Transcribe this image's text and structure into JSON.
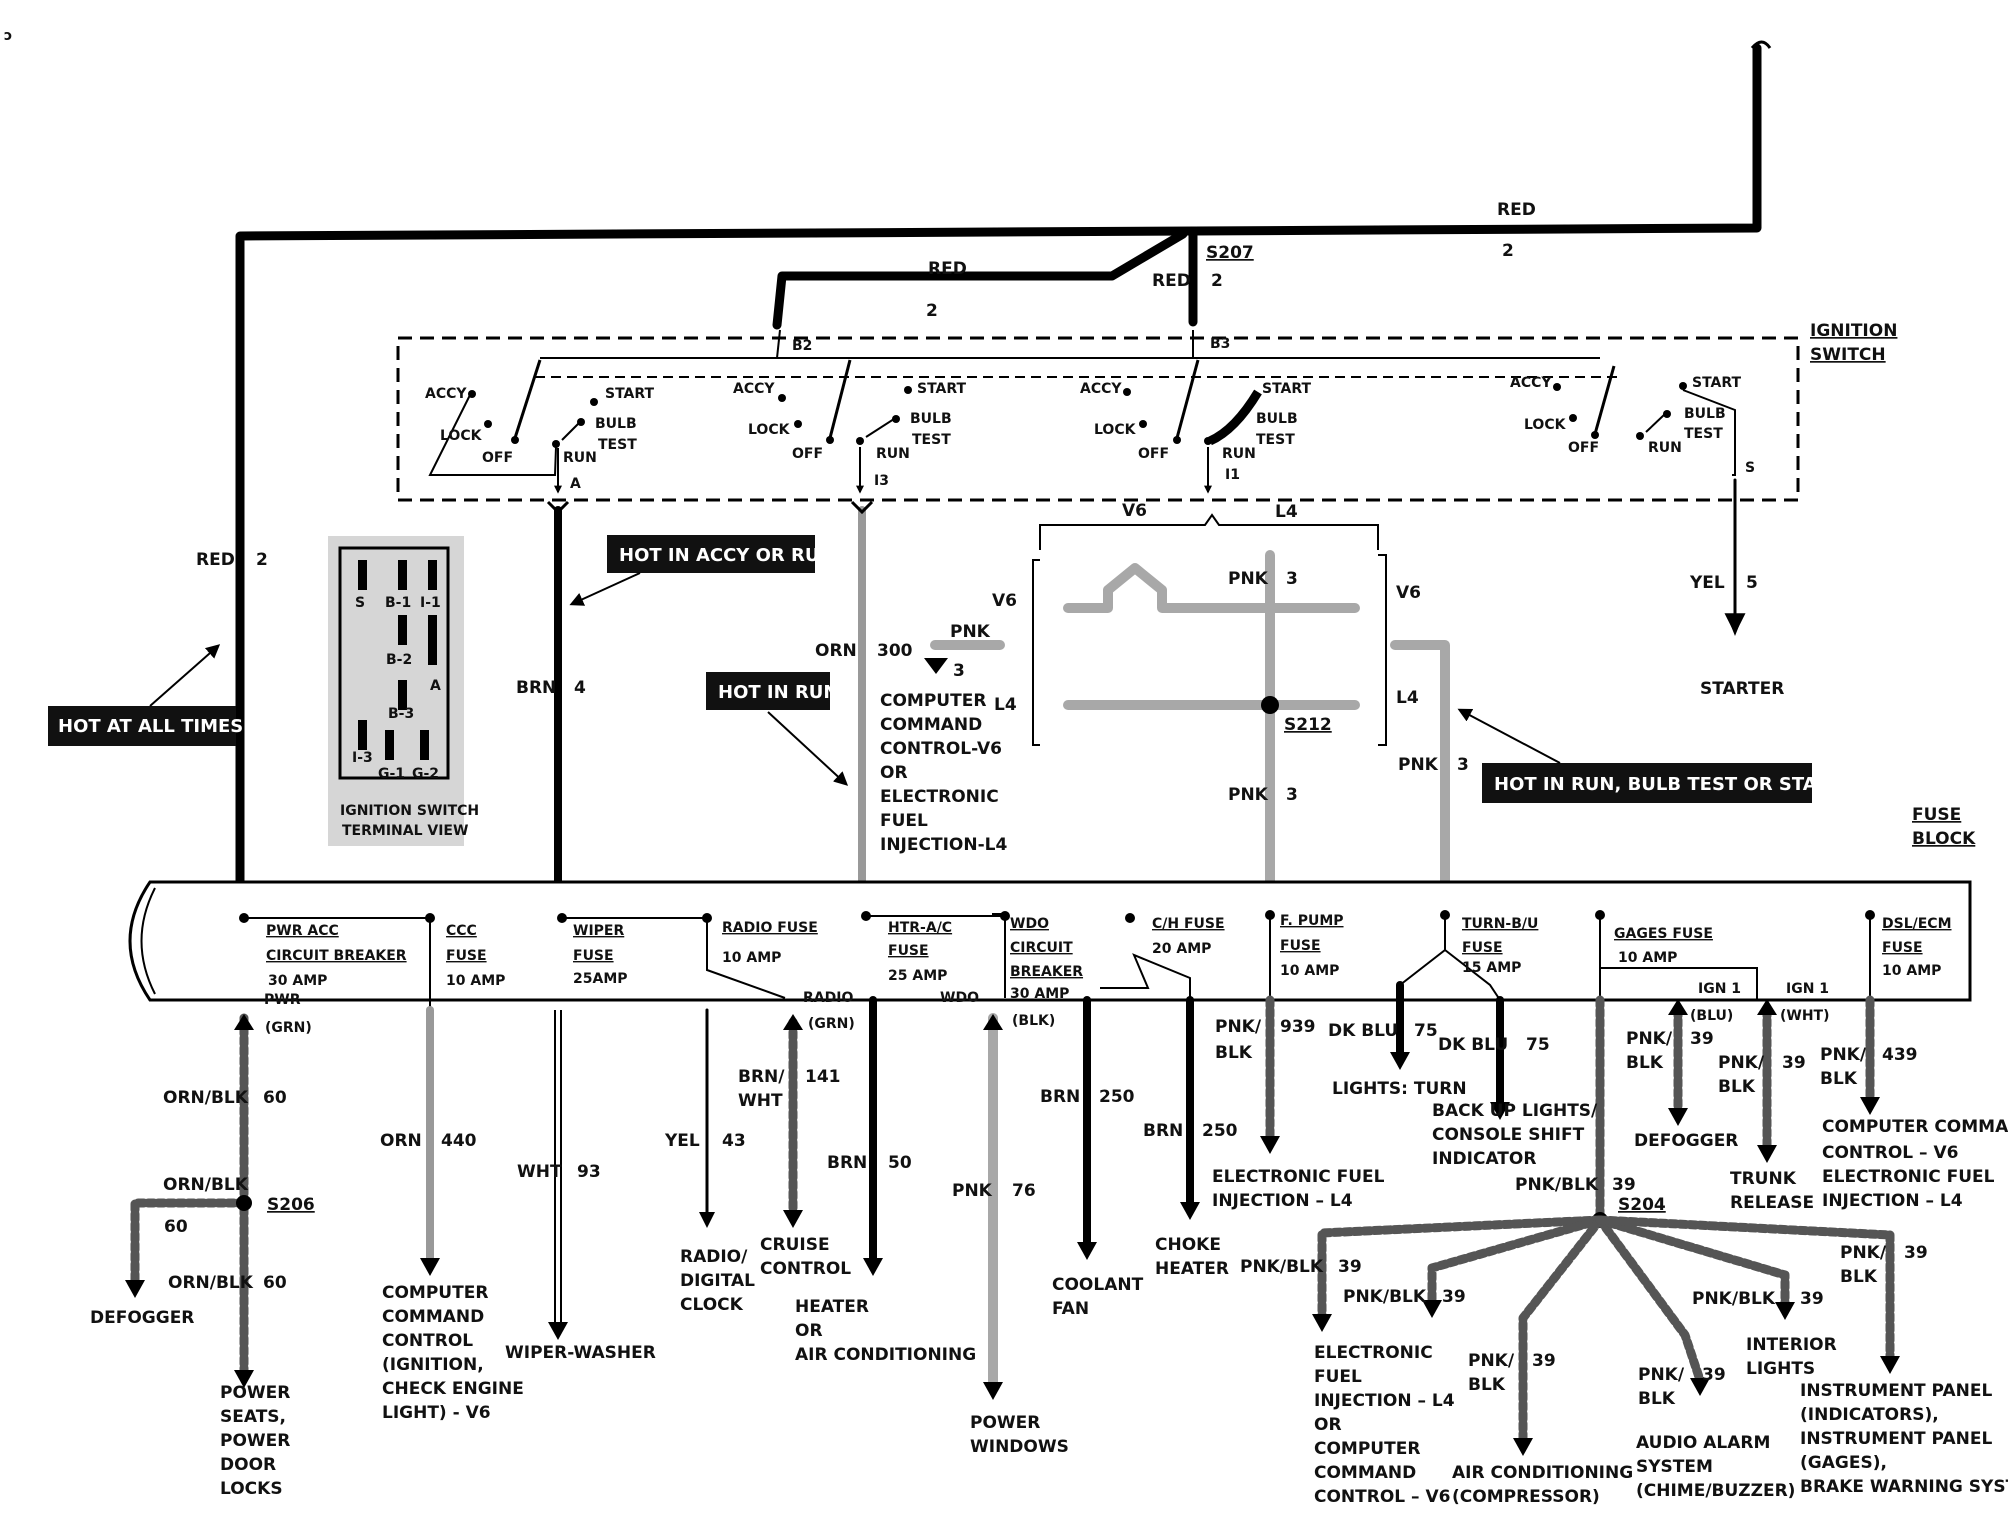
{
  "corner_mark": "ɔ",
  "wire_labels": {
    "red_top": "RED",
    "red_top_num": "2",
    "red_left": "RED",
    "red_left_num": "2",
    "red_s207": "RED",
    "s207": "S207",
    "s207_num": "2",
    "red_main": "RED",
    "red_main_num": "2",
    "brn4": "BRN",
    "brn4_num": "4",
    "orn300": "ORN",
    "orn300_num": "300",
    "pnk3a": "PNK",
    "pnk3a_num": "3",
    "pnk3b": "PNK",
    "pnk3b_num": "3",
    "pnk3c": "PNK",
    "pnk3c_num": "3",
    "pnk3d": "PNK",
    "pnk3d_num": "3",
    "yel5": "YEL",
    "yel5_num": "5",
    "s212": "S212"
  },
  "terminals": {
    "b2": "B2",
    "b3": "B3",
    "a": "A",
    "i3": "I3",
    "i1": "I1",
    "s": "S"
  },
  "ignition_switch": {
    "title_line1": "IGNITION",
    "title_line2": "SWITCH",
    "positions": [
      "ACCY",
      "LOCK",
      "OFF",
      "RUN",
      "START",
      "BULB",
      "TEST"
    ]
  },
  "terminal_view": {
    "pins": [
      "S",
      "B-1",
      "I-1",
      "B-2",
      "A",
      "B-3",
      "I-3",
      "G-1",
      "G-2"
    ],
    "caption_line1": "IGNITION SWITCH",
    "caption_line2": "TERMINAL VIEW"
  },
  "callouts": {
    "hot_all": "HOT AT ALL TIMES",
    "hot_accy_run": "HOT IN ACCY OR RUN",
    "hot_run": "HOT IN RUN",
    "hot_run_bulb_start": "HOT IN RUN,  BULB TEST OR START"
  },
  "engine_brace": {
    "v6_top": "V6",
    "l4_top": "L4",
    "v6_left": "V6",
    "l4_left": "L4",
    "v6_right": "V6",
    "l4_right": "L4"
  },
  "computer_note": [
    "COMPUTER",
    "COMMAND",
    "CONTROL-V6",
    "OR",
    "ELECTRONIC",
    "FUEL",
    "INJECTION-L4"
  ],
  "starter": "STARTER",
  "fuse_block": {
    "title_line1": "FUSE",
    "title_line2": "BLOCK",
    "fuses": [
      {
        "name1": "PWR ACC",
        "name2": "CIRCUIT BREAKER",
        "rating": "30 AMP"
      },
      {
        "name1": "CCC",
        "name2": "FUSE",
        "rating": "10 AMP"
      },
      {
        "name1": "WIPER",
        "name2": "FUSE",
        "rating": "25AMP"
      },
      {
        "name1": "RADIO FUSE",
        "name2": "",
        "rating": "10 AMP"
      },
      {
        "name1": "HTR-A/C",
        "name2": "FUSE",
        "rating": "25 AMP"
      },
      {
        "name1": "WDO",
        "name2": "CIRCUIT",
        "name3": "BREAKER",
        "rating": "30 AMP"
      },
      {
        "name1": "C/H FUSE",
        "name2": "",
        "rating": "20 AMP"
      },
      {
        "name1": "F. PUMP",
        "name2": "FUSE",
        "rating": "10 AMP"
      },
      {
        "name1": "TURN-B/U",
        "name2": "FUSE",
        "rating": "15 AMP"
      },
      {
        "name1": "GAGES FUSE",
        "name2": "",
        "rating": "10 AMP"
      },
      {
        "name1": "DSL/ECM",
        "name2": "FUSE",
        "rating": "10 AMP"
      }
    ],
    "terminals": {
      "pwr": "PWR",
      "pwr_color": "(GRN)",
      "radio": "RADIO",
      "radio_color": "(GRN)",
      "wdo": "WDO",
      "wdo_color": "(BLK)",
      "ign1a": "IGN 1",
      "ign1a_color": "(BLU)",
      "ign1b": "IGN 1",
      "ign1b_color": "(WHT)"
    }
  },
  "circuits": {
    "c60a": "ORN/BLK",
    "c60a_num": "60",
    "c60b": "ORN/BLK",
    "c60b_num": "60",
    "c60c": "ORN/BLK",
    "c60c_num": "60",
    "s206": "S206",
    "c440": "ORN",
    "c440_num": "440",
    "c93": "WHT",
    "c93_num": "93",
    "c43": "YEL",
    "c43_num": "43",
    "c141a": "BRN/",
    "c141b": "WHT",
    "c141_num": "141",
    "c50": "BRN",
    "c50_num": "50",
    "c76": "PNK",
    "c76_num": "76",
    "c250a": "BRN",
    "c250a_num": "250",
    "c250b": "BRN",
    "c250b_num": "250",
    "c939a": "PNK/",
    "c939b": "BLK",
    "c939_num": "939",
    "c75a": "DK BLU",
    "c75a_num": "75",
    "c75b": "DK BLU",
    "c75b_num": "75",
    "c39_defog_a": "PNK/",
    "c39_defog_b": "BLK",
    "c39_defog_num": "39",
    "c39_trunk_a": "PNK/",
    "c39_trunk_b": "BLK",
    "c39_trunk_num": "39",
    "c439a": "PNK/",
    "c439b": "BLK",
    "c439_num": "439",
    "c39_main": "PNK/BLK",
    "c39_main_num": "39",
    "s204": "S204",
    "c39_efi": "PNK/BLK",
    "c39_efi_num": "39",
    "c39_ac": "PNK/BLK",
    "c39_ac_num": "39",
    "c39_ac2a": "PNK/",
    "c39_ac2b": "BLK",
    "c39_ac2_num": "39",
    "c39_audio_a": "PNK/",
    "c39_audio_b": "BLK",
    "c39_audio_num": "39",
    "c39_int": "PNK/BLK",
    "c39_int_num": "39",
    "c39_ip_a": "PNK/",
    "c39_ip_b": "BLK",
    "c39_ip_num": "39"
  },
  "loads": {
    "defogger_left": "DEFOGGER",
    "power_seats": [
      "POWER",
      "SEATS,",
      "POWER",
      "DOOR",
      "LOCKS"
    ],
    "computer_ccc": [
      "COMPUTER",
      "COMMAND",
      "CONTROL",
      "(IGNITION,",
      "CHECK ENGINE",
      "LIGHT) - V6"
    ],
    "wiper": "WIPER-WASHER",
    "radio": [
      "RADIO/",
      "DIGITAL",
      "CLOCK"
    ],
    "cruise": [
      "CRUISE",
      "CONTROL"
    ],
    "heater": [
      "HEATER",
      "OR",
      "AIR CONDITIONING"
    ],
    "windows": [
      "POWER",
      "WINDOWS"
    ],
    "coolant": [
      "COOLANT",
      "FAN"
    ],
    "choke": [
      "CHOKE",
      "HEATER"
    ],
    "efi_pump": [
      "ELECTRONIC FUEL",
      "INJECTION – L4"
    ],
    "lights_turn": "LIGHTS: TURN",
    "backup": [
      "BACK UP LIGHTS/",
      "CONSOLE SHIFT",
      "INDICATOR"
    ],
    "defogger_right": "DEFOGGER",
    "trunk": [
      "TRUNK",
      "RELEASE"
    ],
    "computer_dsl": [
      "COMPUTER COMMAND",
      "CONTROL – V6",
      "ELECTRONIC FUEL",
      "INJECTION – L4"
    ],
    "efi_ccc": [
      "ELECTRONIC",
      "FUEL",
      "INJECTION – L4",
      "OR",
      "COMPUTER",
      "COMMAND",
      "CONTROL – V6"
    ],
    "ac": [
      "AIR CONDITIONING",
      "(COMPRESSOR)"
    ],
    "audio": [
      "AUDIO ALARM",
      "SYSTEM",
      "(CHIME/BUZZER)"
    ],
    "interior": [
      "INTERIOR",
      "LIGHTS"
    ],
    "instrument": [
      "INSTRUMENT PANEL",
      "(INDICATORS),",
      "INSTRUMENT PANEL",
      "(GAGES),",
      "BRAKE WARNING SYSTEM"
    ]
  }
}
